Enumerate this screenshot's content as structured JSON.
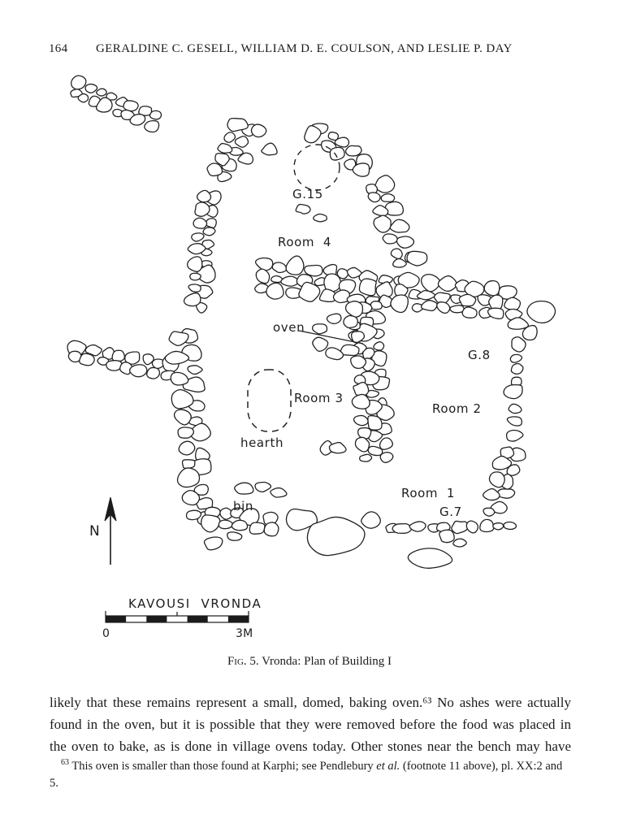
{
  "page": {
    "number": "164",
    "running_title": "GERALDINE C. GESELL, WILLIAM D. E. COULSON, AND LESLIE P. DAY"
  },
  "figure": {
    "caption_prefix": "Fig.",
    "caption_rest": " 5. Vronda: Plan of Building I",
    "labels": {
      "g15": "G.15",
      "room4": "Room  4",
      "oven": "oven",
      "g8": "G.8",
      "room3": "Room 3",
      "room2": "Room 2",
      "hearth": "hearth",
      "room1": "Room  1",
      "bin": "bin",
      "g7": "G.7",
      "north": "N",
      "site_name": "KAVOUSI  VRONDA",
      "scale_zero": "0",
      "scale_end": "3M"
    }
  },
  "body": {
    "lines": [
      "likely that these remains represent a small, domed, baking oven.⁶³ No ashes were actually",
      "found in the oven, but it is possible that they were removed before the food was placed in",
      "the oven to bake, as is done in village ovens today. Other stones near the bench may have"
    ]
  },
  "footnote": {
    "sup": "63",
    "part1": " This oven is smaller than those found at Karphi; see Pendlebury ",
    "italic": "et al.",
    "part2": " (footnote 11 above), pl. XX:2 and 5."
  }
}
